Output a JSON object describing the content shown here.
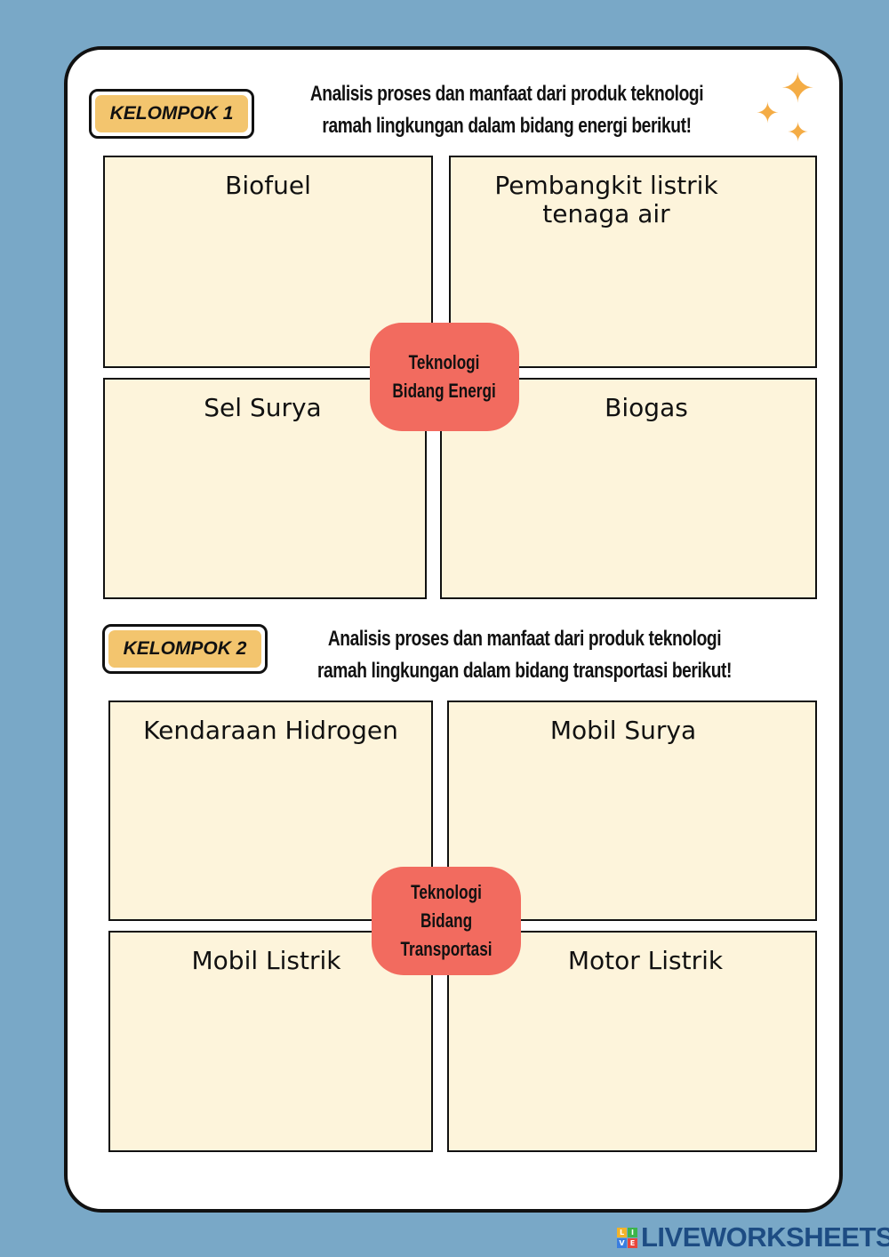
{
  "group1": {
    "badge": "KELOMPOK 1",
    "instruction_line1": "Analisis proses dan manfaat dari produk teknologi",
    "instruction_line2": "ramah lingkungan dalam bidang energi berikut!",
    "center_line1": "Teknologi",
    "center_line2": "Bidang Energi",
    "boxes": [
      "Biofuel",
      "Pembangkit listrik tenaga air",
      "Sel Surya",
      "Biogas"
    ]
  },
  "group2": {
    "badge": "KELOMPOK 2",
    "instruction_line1": "Analisis proses dan manfaat dari produk teknologi",
    "instruction_line2": "ramah lingkungan dalam bidang transportasi berikut!",
    "center_line1": "Teknologi",
    "center_line2": "Bidang",
    "center_line3": "Transportasi",
    "boxes": [
      "Kendaraan Hidrogen",
      "Mobil Surya",
      "Mobil Listrik",
      "Motor Listrik"
    ]
  },
  "footer": {
    "logo": "LIVEWORKSHEETS",
    "logo_letters": [
      "L",
      "I",
      "V",
      "E"
    ]
  },
  "colors": {
    "background": "#79a8c7",
    "box": "#fdf4db",
    "accent": "#f26b5f",
    "badge": "#f3c56e",
    "star": "#f4ac45"
  }
}
